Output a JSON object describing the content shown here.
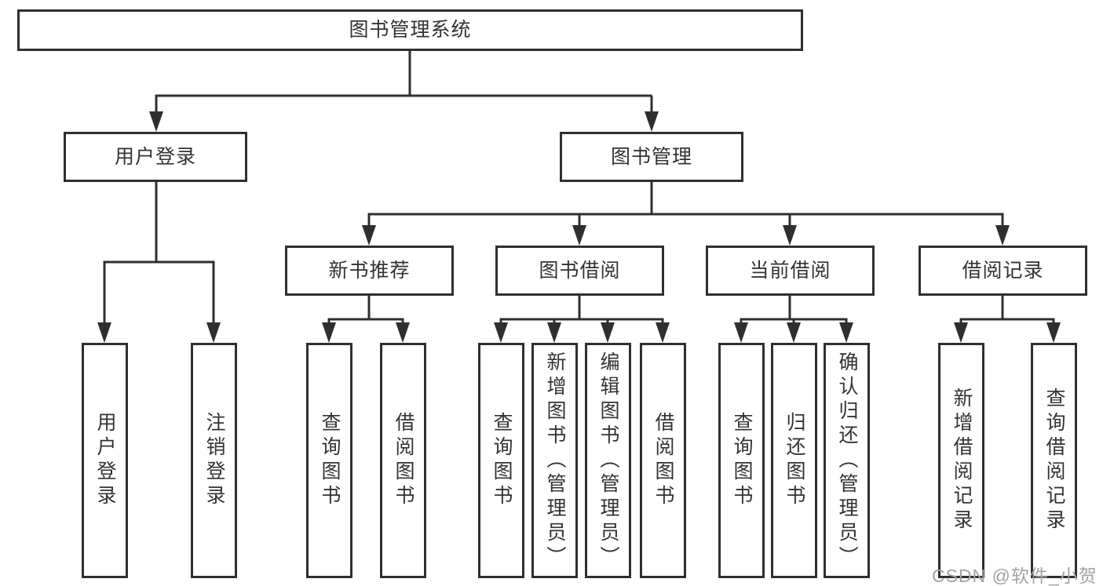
{
  "diagram": {
    "title": "图书管理系统",
    "branches": [
      {
        "label": "用户登录",
        "leaves": [
          "用户登录",
          "注销登录"
        ]
      },
      {
        "label": "图书管理",
        "sections": [
          {
            "label": "新书推荐",
            "leaves": [
              "查询图书",
              "借阅图书"
            ]
          },
          {
            "label": "图书借阅",
            "leaves": [
              "查询图书",
              "新增图书（管理员）",
              "编辑图书（管理员）",
              "借阅图书"
            ]
          },
          {
            "label": "当前借阅",
            "leaves": [
              "查询图书",
              "归还图书",
              "确认归还（管理员）"
            ]
          },
          {
            "label": "借阅记录",
            "leaves": [
              "新增借阅记录",
              "查询借阅记录"
            ]
          }
        ]
      }
    ]
  },
  "watermark": {
    "text": "CSDN @软件_小贺同学"
  },
  "colors": {
    "line": "#2f2f2f",
    "box_border": "#2f2f2f",
    "text": "#333333",
    "background": "#ffffff",
    "watermark": "#a3a3a3"
  }
}
